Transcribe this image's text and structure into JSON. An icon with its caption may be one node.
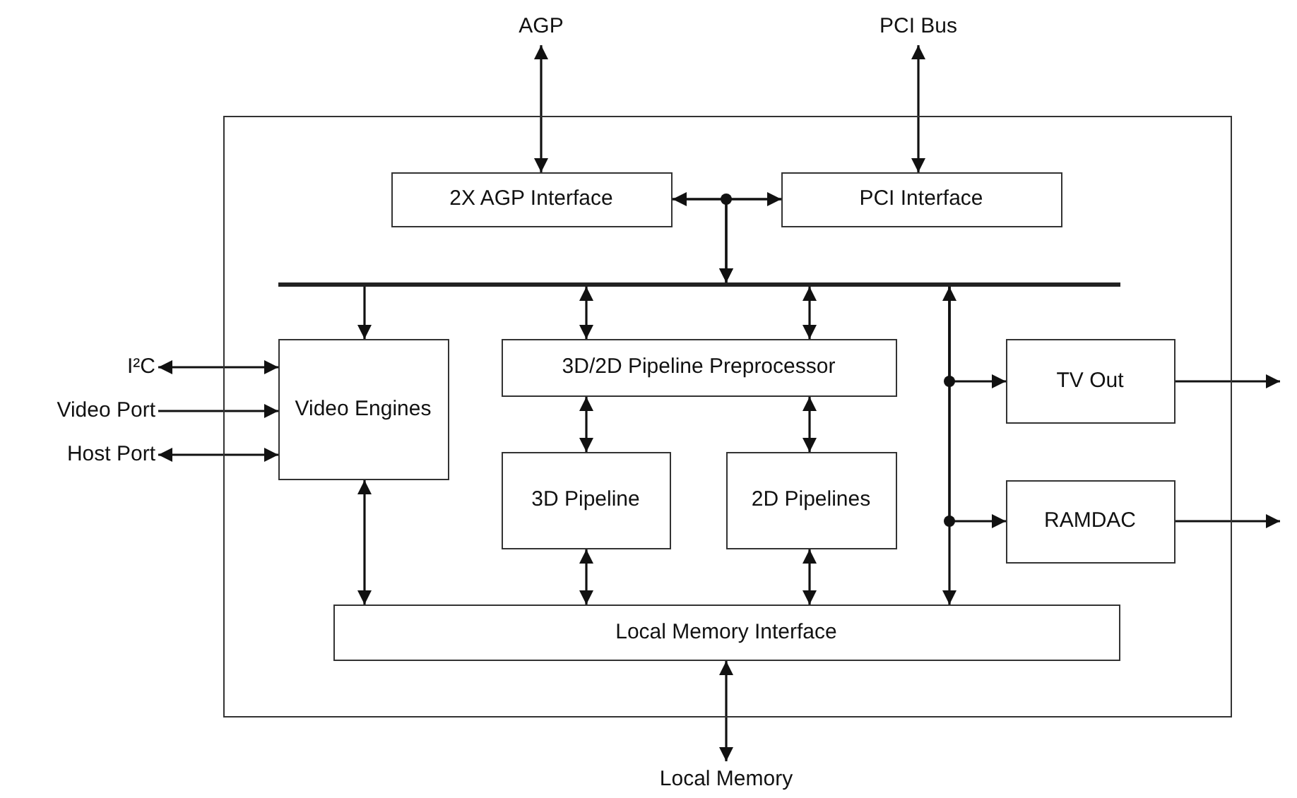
{
  "diagram": {
    "nodes": [
      {
        "text": [],
        "shape": "box"
      },
      {
        "text": [
          "AGP"
        ]
      },
      {
        "text": [
          "PCI Bus"
        ]
      },
      {
        "text": [
          "2X AGP Interface"
        ],
        "in": 0
      },
      {
        "text": [
          "PCI Interface"
        ],
        "in": 0
      },
      {
        "text": [],
        "shape": "bar",
        "in": 0
      },
      {
        "text": [
          "I²C"
        ]
      },
      {
        "text": [
          "Video Port"
        ]
      },
      {
        "text": [
          "Host Port"
        ]
      },
      {
        "text": [
          "Video Engines"
        ],
        "in": 0
      },
      {
        "text": [
          "3D/2D Pipeline Preprocessor"
        ],
        "in": 0
      },
      {
        "text": [
          "TV Out"
        ],
        "in": 0
      },
      {
        "text": [
          "3D Pipeline"
        ],
        "in": 0
      },
      {
        "text": [
          "2D Pipelines"
        ],
        "in": 0
      },
      {
        "text": [
          "RAMDAC"
        ],
        "in": 0
      },
      {
        "text": [
          "Local Memory Interface"
        ],
        "in": 0
      },
      {
        "text": [
          "Local Memory"
        ]
      }
    ],
    "edges": [
      {
        "from": 1,
        "to": 3,
        "arrow": "both"
      },
      {
        "from": 2,
        "to": 4,
        "arrow": "both"
      },
      {
        "from": 3,
        "to": 4,
        "arrow": "both"
      },
      {
        "from": 3,
        "to": 5,
        "arrow": "to"
      },
      {
        "from": 4,
        "to": 5,
        "arrow": "to"
      },
      {
        "from": 5,
        "to": 9,
        "arrow": "to"
      },
      {
        "from": 5,
        "to": 10,
        "arrow": "both"
      },
      {
        "from": 5,
        "to": 10,
        "arrow": "both"
      },
      {
        "from": 5,
        "to": 15,
        "arrow": "both"
      },
      {
        "from": 5,
        "to": 11,
        "arrow": "to"
      },
      {
        "from": 5,
        "to": 14,
        "arrow": "to"
      },
      {
        "from": 6,
        "to": 9,
        "arrow": "both"
      },
      {
        "from": 7,
        "to": 9,
        "arrow": "to"
      },
      {
        "from": 8,
        "to": 9,
        "arrow": "both"
      },
      {
        "from": 10,
        "to": 12,
        "arrow": "both"
      },
      {
        "from": 10,
        "to": 13,
        "arrow": "both"
      },
      {
        "from": 11,
        "to": null,
        "arrow": "to"
      },
      {
        "from": 14,
        "to": null,
        "arrow": "to"
      },
      {
        "from": 9,
        "to": 15,
        "arrow": "both"
      },
      {
        "from": 12,
        "to": 15,
        "arrow": "both"
      },
      {
        "from": 13,
        "to": 15,
        "arrow": "both"
      },
      {
        "from": 15,
        "to": 16,
        "arrow": "both"
      }
    ]
  }
}
